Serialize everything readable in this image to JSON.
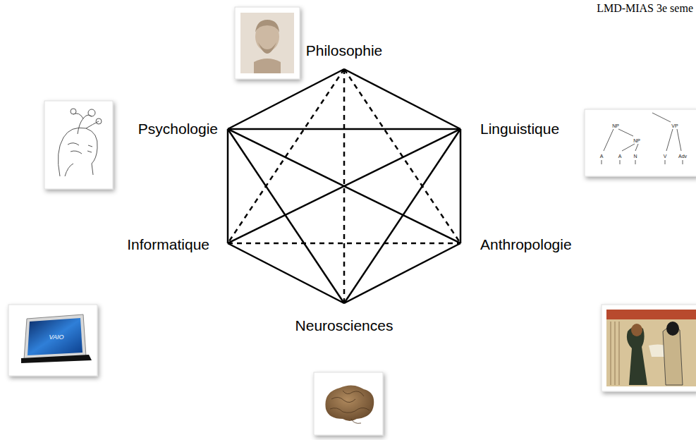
{
  "diagram": {
    "nodes": [
      {
        "text": [
          "Philosophie"
        ]
      },
      {
        "text": [
          "Psychologie"
        ]
      },
      {
        "text": [
          "Linguistique"
        ]
      },
      {
        "text": [
          "Informatique"
        ]
      },
      {
        "text": [
          "Anthropologie"
        ]
      },
      {
        "text": [
          "Neurosciences"
        ]
      }
    ],
    "edges": [
      {
        "from": 0,
        "to": 1,
        "arrow": "none"
      },
      {
        "from": 0,
        "to": 2,
        "arrow": "none"
      },
      {
        "from": 1,
        "to": 2,
        "arrow": "none"
      },
      {
        "from": 1,
        "to": 3,
        "arrow": "none"
      },
      {
        "from": 2,
        "to": 4,
        "arrow": "none"
      },
      {
        "from": 1,
        "to": 5,
        "arrow": "none"
      },
      {
        "from": 2,
        "to": 5,
        "arrow": "none"
      },
      {
        "from": 3,
        "to": 5,
        "arrow": "none"
      },
      {
        "from": 4,
        "to": 5,
        "arrow": "none"
      },
      {
        "from": 1,
        "to": 4,
        "arrow": "none"
      },
      {
        "from": 2,
        "to": 3,
        "arrow": "none"
      },
      {
        "from": 0,
        "to": 3,
        "arrow": "none"
      },
      {
        "from": 0,
        "to": 4,
        "arrow": "none"
      },
      {
        "from": 0,
        "to": 5,
        "arrow": "none"
      },
      {
        "from": 3,
        "to": 4,
        "arrow": "none"
      }
    ],
    "labels": [
      "LMD-MIAS 3e seme",
      "NP",
      "NP",
      "VP",
      "A",
      "A",
      "N",
      "V",
      "Adv",
      "VAIO"
    ]
  }
}
